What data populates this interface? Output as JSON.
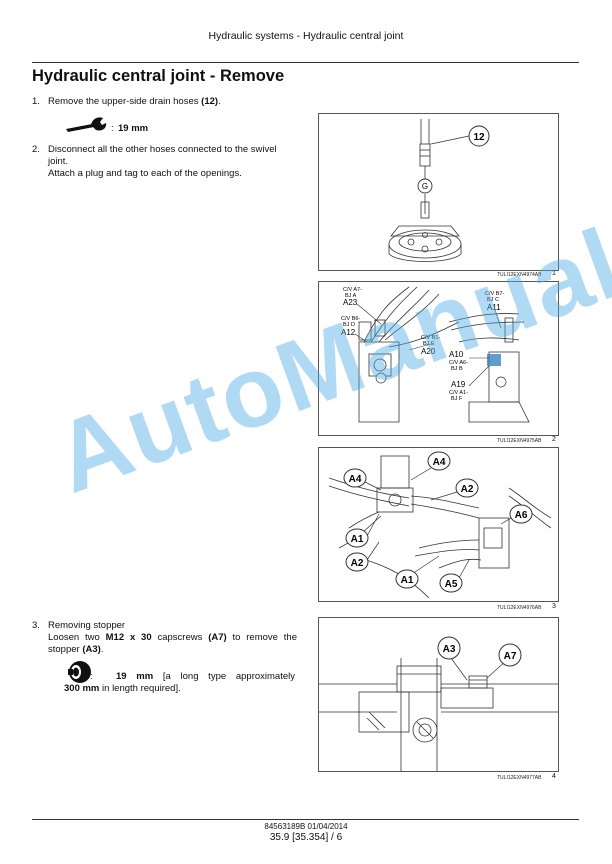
{
  "header": "Hydraulic systems - Hydraulic central joint",
  "title": "Hydraulic central joint - Remove",
  "step1": {
    "num": "1.",
    "text": "Remove the upper-side drain hoses ",
    "ref": "(12)",
    "end": ".",
    "tool_icon": "wrench-icon",
    "tool_sep": ":",
    "tool_value": "19 mm"
  },
  "step2": {
    "num": "2.",
    "line1": "Disconnect all the other hoses connected to the swivel",
    "line2": "joint.",
    "line3": "Attach a plug and tag to each of the openings."
  },
  "step3": {
    "num": "3.",
    "line1": "Removing stopper",
    "t1": "Loosen two ",
    "b1": "M12 x 30",
    "t2": " capscrews ",
    "b2": "(A7)",
    "t3": " to remove the",
    "t4": "stopper ",
    "b3": "(A3)",
    "t5": ".",
    "tool_icon": "socket-icon",
    "tool_sep": ":",
    "tool_value": "19 mm",
    "tool_t1": " [a long type approximately",
    "tool_b2": "300 mm",
    "tool_t2": " in length required]."
  },
  "figures": [
    {
      "code": "TULI12EXN4974AB",
      "number": "1",
      "callouts": [
        "12",
        "G"
      ]
    },
    {
      "code": "TULI12EXN4975AB",
      "number": "2",
      "labels": {
        "a23_small": [
          "C/V A7-",
          "BJ A"
        ],
        "a23": "A23",
        "a12_small": [
          "C/V B6-",
          "BJ D"
        ],
        "a12": "A12",
        "a20_small": [
          "C/V B1-",
          "BJ E"
        ],
        "a20": "A20",
        "a11_small": [
          "C/V B7-",
          "BJ C"
        ],
        "a11": "A11",
        "a10": "A10",
        "a10_small": [
          "C/V A6-",
          "BJ B"
        ],
        "a19": "A19",
        "a19_small": [
          "C/V A1-",
          "BJ F"
        ]
      }
    },
    {
      "code": "TULI12EXN4976AB",
      "number": "3",
      "callouts": [
        "A4",
        "A4",
        "A2",
        "A6",
        "A1",
        "A2",
        "A1",
        "A5"
      ]
    },
    {
      "code": "TULI12EXN4977AB",
      "number": "4",
      "callouts": [
        "A3",
        "A7"
      ]
    }
  ],
  "watermark": "AutoManual",
  "footer": {
    "line1": "84563189B 01/04/2014",
    "line2": "35.9 [35.354] / 6"
  }
}
